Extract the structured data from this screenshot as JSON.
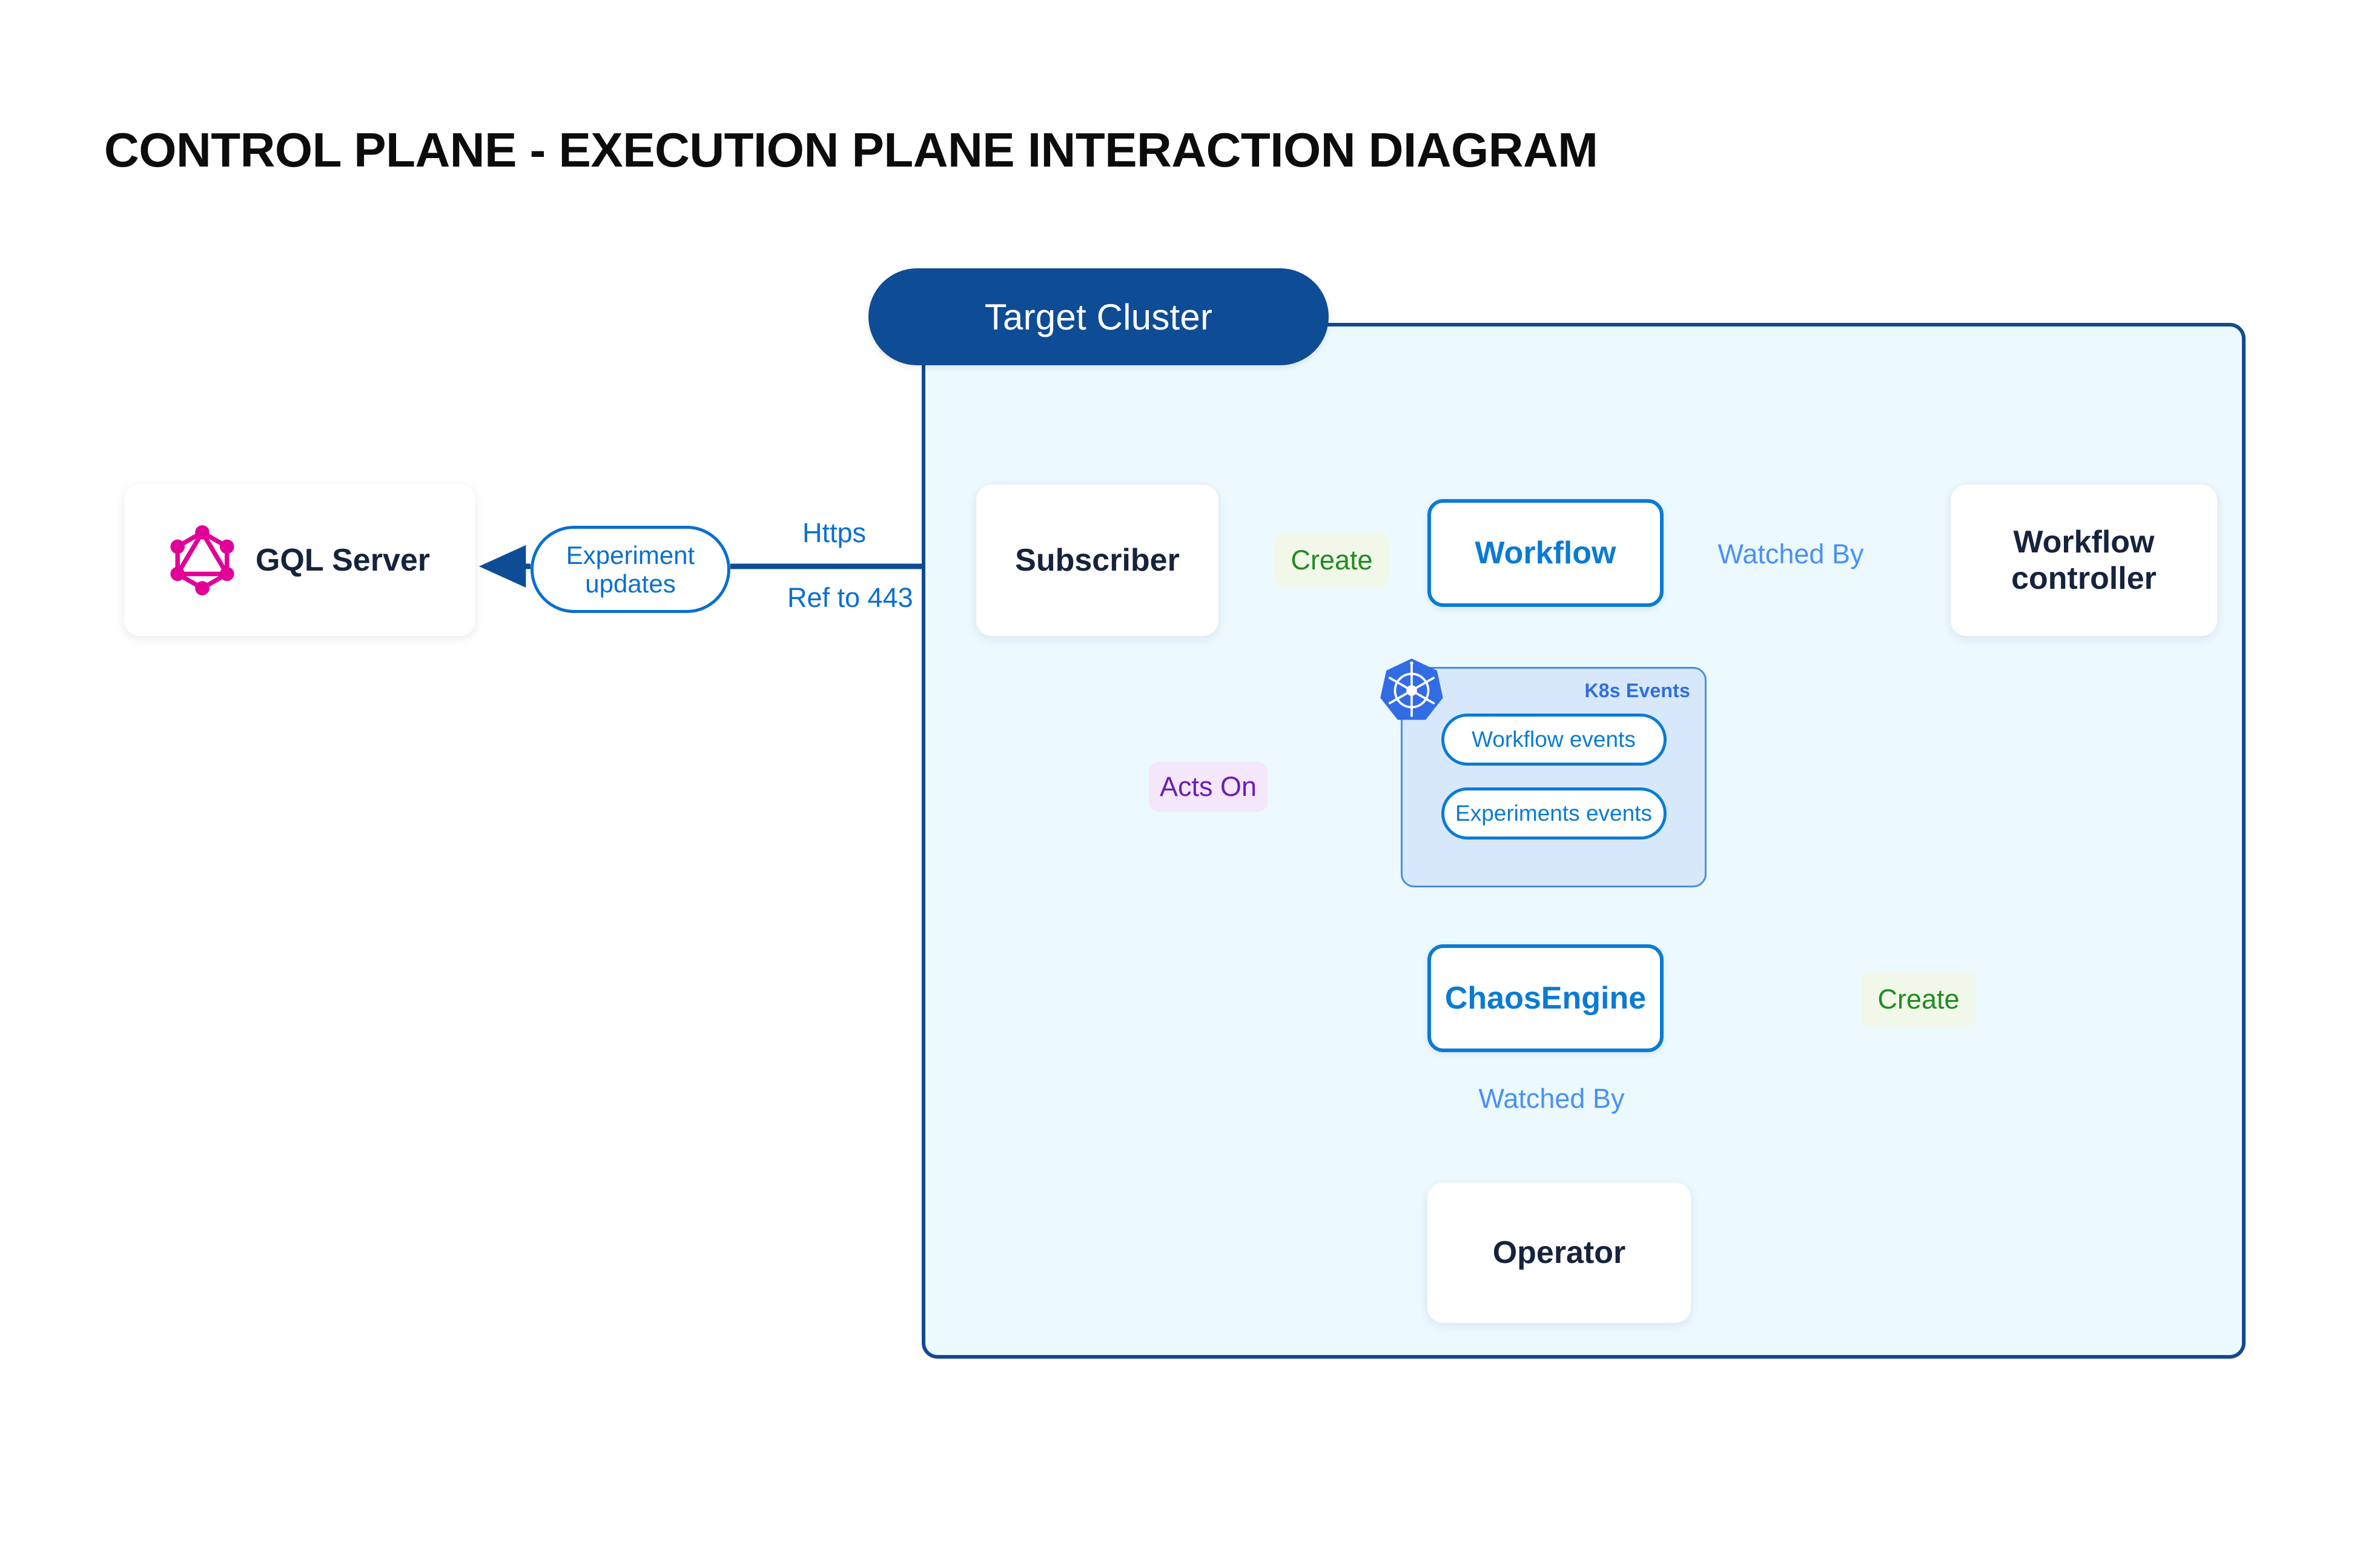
{
  "page": {
    "title": "CONTROL PLANE - EXECUTION PLANE INTERACTION DIAGRAM",
    "background": "#ffffff"
  },
  "colors": {
    "dark_blue": "#0f4c96",
    "cluster_border": "#134a8e",
    "cluster_fill": "#ecf9fe",
    "node_blue": "#0a7bd4",
    "node_text_dark": "#16233c",
    "link_blue_light": "#4a90f7",
    "link_green": "#1f8c20",
    "link_purple": "#6a1fb5",
    "link_gray": "#50555e",
    "graphql_pink": "#e10098",
    "k8s_blue": "#326ce5",
    "k8s_group_fill": "#d7e8fa",
    "k8s_group_border": "#4a8ee0"
  },
  "cluster": {
    "header_label": "Target Cluster"
  },
  "nodes": [
    {
      "id": "gql-server",
      "label": "GQL Server",
      "icon": "graphql-icon"
    },
    {
      "id": "subscriber",
      "label": "Subscriber",
      "icon": null
    },
    {
      "id": "workflow",
      "label": "Workflow",
      "icon": null
    },
    {
      "id": "workflow-ctrl",
      "label": "Workflow controller",
      "icon": null
    },
    {
      "id": "chaosengine",
      "label": "ChaosEngine",
      "icon": null
    },
    {
      "id": "operator",
      "label": "Operator",
      "icon": null
    }
  ],
  "node_labels": {
    "gql_server": "GQL Server",
    "subscriber": "Subscriber",
    "workflow": "Workflow",
    "workflow_controller_line1": "Workflow",
    "workflow_controller_line2": "controller",
    "chaosengine": "ChaosEngine",
    "operator": "Operator"
  },
  "k8s_events": {
    "title": "K8s Events",
    "logo_name": "kubernetes-icon",
    "pills": [
      {
        "id": "workflow-events",
        "label": "Workflow events"
      },
      {
        "id": "experiments-events",
        "label": "Experiments events"
      }
    ]
  },
  "edge_labels": {
    "experiment_updates": "Experiment\nupdates",
    "experiment_updates_line1": "Experiment",
    "experiment_updates_line2": "updates",
    "https": "Https",
    "ref_to_443": "Ref to 443",
    "create_workflow": "Create",
    "watched_by_workflow_controller": "Watched By",
    "acts_on": "Acts On",
    "create_chaosengine": "Create",
    "watched_by_operator": "Watched By"
  },
  "chart_data": {
    "type": "diagram",
    "title": "CONTROL PLANE - EXECUTION PLANE INTERACTION DIAGRAM",
    "nodes": [
      "GQL Server",
      "Target Cluster",
      "Subscriber",
      "Workflow",
      "Workflow controller",
      "K8s Events",
      "Workflow events",
      "Experiments events",
      "ChaosEngine",
      "Operator"
    ],
    "edges": [
      {
        "from": "Subscriber",
        "to": "GQL Server",
        "label": "Experiment updates / Https / Ref to 443",
        "color": "#0a6fd0"
      },
      {
        "from": "Subscriber",
        "to": "Workflow",
        "label": "Create",
        "color": "#1f8c20"
      },
      {
        "from": "Workflow",
        "to": "Workflow controller",
        "label": "Watched By",
        "color": "#4a90f7"
      },
      {
        "from": "Subscriber",
        "to": "K8s Events",
        "label": "Acts On",
        "color": "#6a1fb5"
      },
      {
        "from": "Workflow controller",
        "to": "ChaosEngine",
        "label": "Create",
        "color": "#1f8c20"
      },
      {
        "from": "ChaosEngine",
        "to": "Operator",
        "label": "Watched By",
        "color": "#4a90f7"
      },
      {
        "from": "Workflow events",
        "to": "Workflow",
        "label": "",
        "color": "#50555e"
      },
      {
        "from": "Experiments events",
        "to": "ChaosEngine",
        "label": "",
        "color": "#50555e"
      }
    ]
  }
}
